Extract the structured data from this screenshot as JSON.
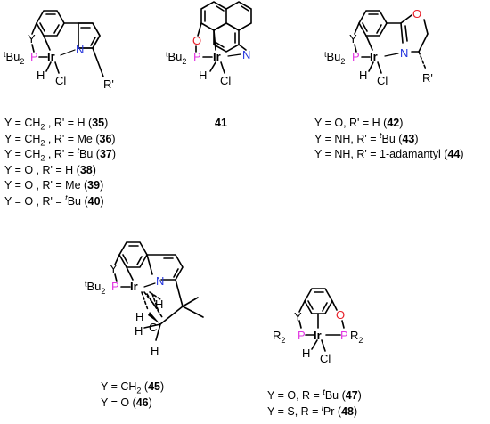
{
  "structures": {
    "s1": {
      "atoms": {
        "Y": "Y",
        "P": "P",
        "tBu2_prefix": "t",
        "tBu2": "Bu",
        "tBu2_sub": "2",
        "Ir": "Ir",
        "N": "N",
        "H": "H",
        "Cl": "Cl",
        "R": "R'"
      },
      "captions": [
        {
          "text": "Y = CH",
          "sub": "2",
          "mid": " , R' = H (",
          "num": "35",
          "end": ")"
        },
        {
          "text": "Y = CH",
          "sub": "2",
          "mid": " , R' = Me (",
          "num": "36",
          "end": ")"
        },
        {
          "text": "Y = CH",
          "sub": "2",
          "mid": " , R' = ",
          "sup": "t",
          "mid2": "Bu (",
          "num": "37",
          "end": ")"
        },
        {
          "text": "Y = O , R' = H (",
          "num": "38",
          "end": ")"
        },
        {
          "text": "Y = O , R' = Me (",
          "num": "39",
          "end": ")"
        },
        {
          "text": "Y = O , R' = ",
          "sup": "t",
          "mid2": "Bu (",
          "num": "40",
          "end": ")"
        }
      ]
    },
    "s2": {
      "atoms": {
        "O": "O",
        "P": "P",
        "tBu2_prefix": "t",
        "tBu2": "Bu",
        "tBu2_sub": "2",
        "Ir": "Ir",
        "N": "N",
        "H": "H",
        "Cl": "Cl"
      },
      "number": "41"
    },
    "s3": {
      "atoms": {
        "Y": "Y",
        "P": "P",
        "tBu2_prefix": "t",
        "tBu2": "Bu",
        "tBu2_sub": "2",
        "Ir": "Ir",
        "N": "N",
        "O": "O",
        "H": "H",
        "Cl": "Cl",
        "R": "R'"
      },
      "captions": [
        {
          "text": "Y = O, R' = H (",
          "num": "42",
          "end": ")"
        },
        {
          "text": "Y = NH, R' = ",
          "sup": "t",
          "mid2": "Bu (",
          "num": "43",
          "end": ")"
        },
        {
          "text": "Y = NH, R' = 1-adamantyl (",
          "num": "44",
          "end": ")"
        }
      ]
    },
    "s4": {
      "atoms": {
        "Y": "Y",
        "P": "P",
        "tBu2_prefix": "t",
        "tBu2": "Bu",
        "tBu2_sub": "2",
        "Ir": "Ir",
        "N": "N",
        "H1": "H",
        "H2": "H",
        "H3": "H",
        "C": "C",
        "H4": "H"
      },
      "captions": [
        {
          "text": "Y = CH",
          "sub": "2",
          "mid": " (",
          "num": "45",
          "end": ")"
        },
        {
          "text": "Y = O (",
          "num": "46",
          "end": ")"
        }
      ]
    },
    "s5": {
      "atoms": {
        "Y": "Y",
        "P": "P",
        "R2_left": "R",
        "R2_left_sub": "2",
        "Ir": "Ir",
        "O": "O",
        "P2": "P",
        "R2_right": "R",
        "R2_right_sub": "2",
        "H": "H",
        "Cl": "Cl"
      },
      "captions": [
        {
          "text": "Y = O, R = ",
          "sup": "t",
          "mid2": "Bu (",
          "num": "47",
          "end": ")"
        },
        {
          "text": "Y = S, R = ",
          "sup": "i",
          "mid2": "Pr (",
          "num": "48",
          "end": ")"
        }
      ]
    }
  },
  "colors": {
    "P": "#e234e2",
    "O": "#e8202a",
    "N": "#2233dd",
    "bond": "#000000"
  }
}
